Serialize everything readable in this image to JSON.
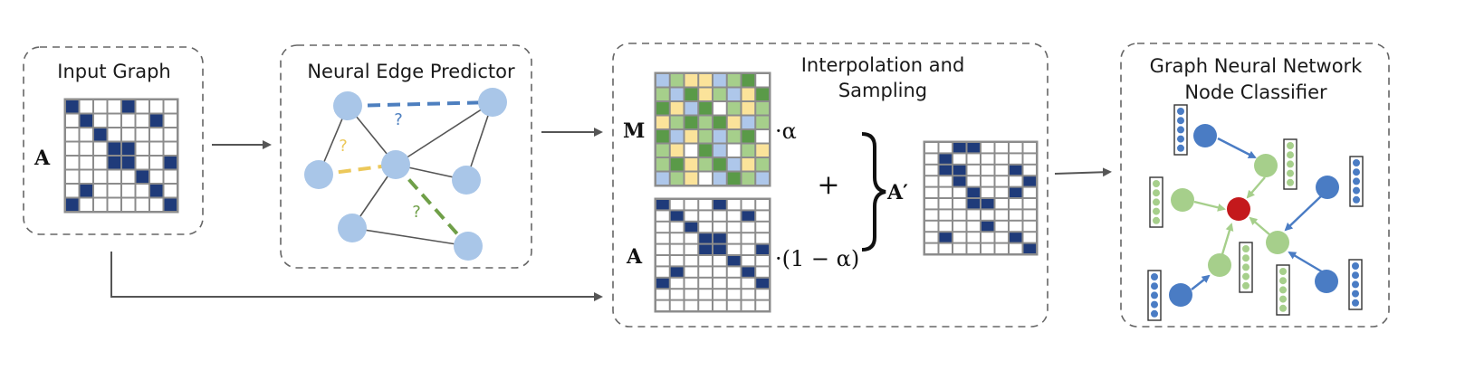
{
  "panels": {
    "input": {
      "title": "Input Graph",
      "matrix_label": "A"
    },
    "edge_predictor": {
      "title": "Neural Edge Predictor",
      "question_mark": "?"
    },
    "interpolation": {
      "title_line1": "Interpolation and",
      "title_line2": "Sampling",
      "m_label": "M",
      "a_label": "A",
      "alpha_term": "·α",
      "one_minus_alpha_term": "·(1 − α)",
      "plus": "+",
      "result_label": "A′"
    },
    "gnn": {
      "title_line1": "Graph Neural Network",
      "title_line2": "Node Classifier"
    }
  },
  "colors": {
    "cell_filled": "#1f3b7a",
    "cell_empty": "#ffffff",
    "grid": "#8c8c8c",
    "node_light_blue": "#a9c6e8",
    "node_blue": "#4a7cc4",
    "node_green": "#a6cf8b",
    "node_red": "#c4191c",
    "edge_blue_dashed": "#4d7fbf",
    "edge_yellow_dashed": "#ecc85a",
    "edge_green_dashed": "#6f9f48",
    "q_blue": "#4d7fbf",
    "q_yellow": "#ecc85a",
    "q_green": "#6f9f48",
    "m_palette": [
      "#1f3b7a",
      "#aec7ea",
      "#a6cf8b",
      "#fbe39a",
      "#5a9a48",
      "#ffffff"
    ]
  },
  "matrices": {
    "A": [
      [
        1,
        0,
        0,
        0,
        1,
        0,
        0,
        0
      ],
      [
        0,
        1,
        0,
        0,
        0,
        0,
        1,
        0
      ],
      [
        0,
        0,
        1,
        0,
        0,
        0,
        0,
        0
      ],
      [
        0,
        0,
        0,
        1,
        1,
        0,
        0,
        0
      ],
      [
        0,
        0,
        0,
        1,
        1,
        0,
        0,
        1
      ],
      [
        0,
        0,
        0,
        0,
        0,
        1,
        0,
        0
      ],
      [
        0,
        1,
        0,
        0,
        0,
        0,
        1,
        0
      ],
      [
        1,
        0,
        0,
        0,
        0,
        0,
        0,
        1
      ]
    ],
    "A_prime": [
      [
        0,
        0,
        1,
        1,
        0,
        0,
        0,
        0
      ],
      [
        0,
        1,
        0,
        0,
        0,
        0,
        0,
        0
      ],
      [
        0,
        1,
        1,
        0,
        0,
        0,
        1,
        0
      ],
      [
        0,
        0,
        1,
        0,
        0,
        0,
        0,
        1
      ],
      [
        0,
        0,
        0,
        1,
        0,
        0,
        1,
        0
      ],
      [
        0,
        0,
        0,
        1,
        1,
        0,
        0,
        0
      ],
      [
        0,
        0,
        0,
        0,
        0,
        0,
        0,
        0
      ],
      [
        0,
        0,
        0,
        0,
        1,
        0,
        0,
        0
      ],
      [
        0,
        1,
        0,
        0,
        0,
        0,
        1,
        0
      ],
      [
        0,
        0,
        0,
        0,
        0,
        0,
        0,
        1
      ]
    ],
    "M": [
      [
        1,
        2,
        3,
        3,
        1,
        2,
        4,
        5
      ],
      [
        2,
        1,
        4,
        3,
        2,
        1,
        3,
        4
      ],
      [
        4,
        3,
        1,
        4,
        5,
        2,
        3,
        2
      ],
      [
        3,
        2,
        4,
        2,
        4,
        3,
        1,
        2
      ],
      [
        4,
        1,
        3,
        2,
        1,
        2,
        4,
        5
      ],
      [
        2,
        3,
        5,
        4,
        1,
        5,
        2,
        3
      ],
      [
        2,
        4,
        3,
        2,
        4,
        1,
        3,
        2
      ],
      [
        1,
        2,
        3,
        5,
        1,
        4,
        2,
        1
      ]
    ]
  }
}
